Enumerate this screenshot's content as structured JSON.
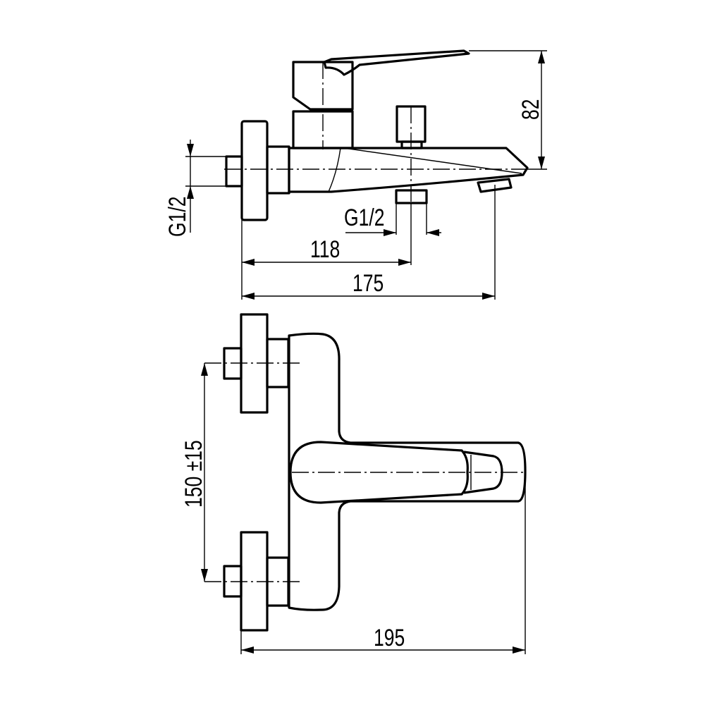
{
  "drawing": {
    "side_view": {
      "inlet_thread_label": "G1/2",
      "outlet_thread_label": "G1/2",
      "outlet_distance_label": "118",
      "spout_length_label": "175",
      "height_label": "82"
    },
    "top_view": {
      "inlet_spacing_label": "150 ±15",
      "total_depth_label": "195"
    },
    "line_color": "#000000",
    "background": "#ffffff"
  }
}
